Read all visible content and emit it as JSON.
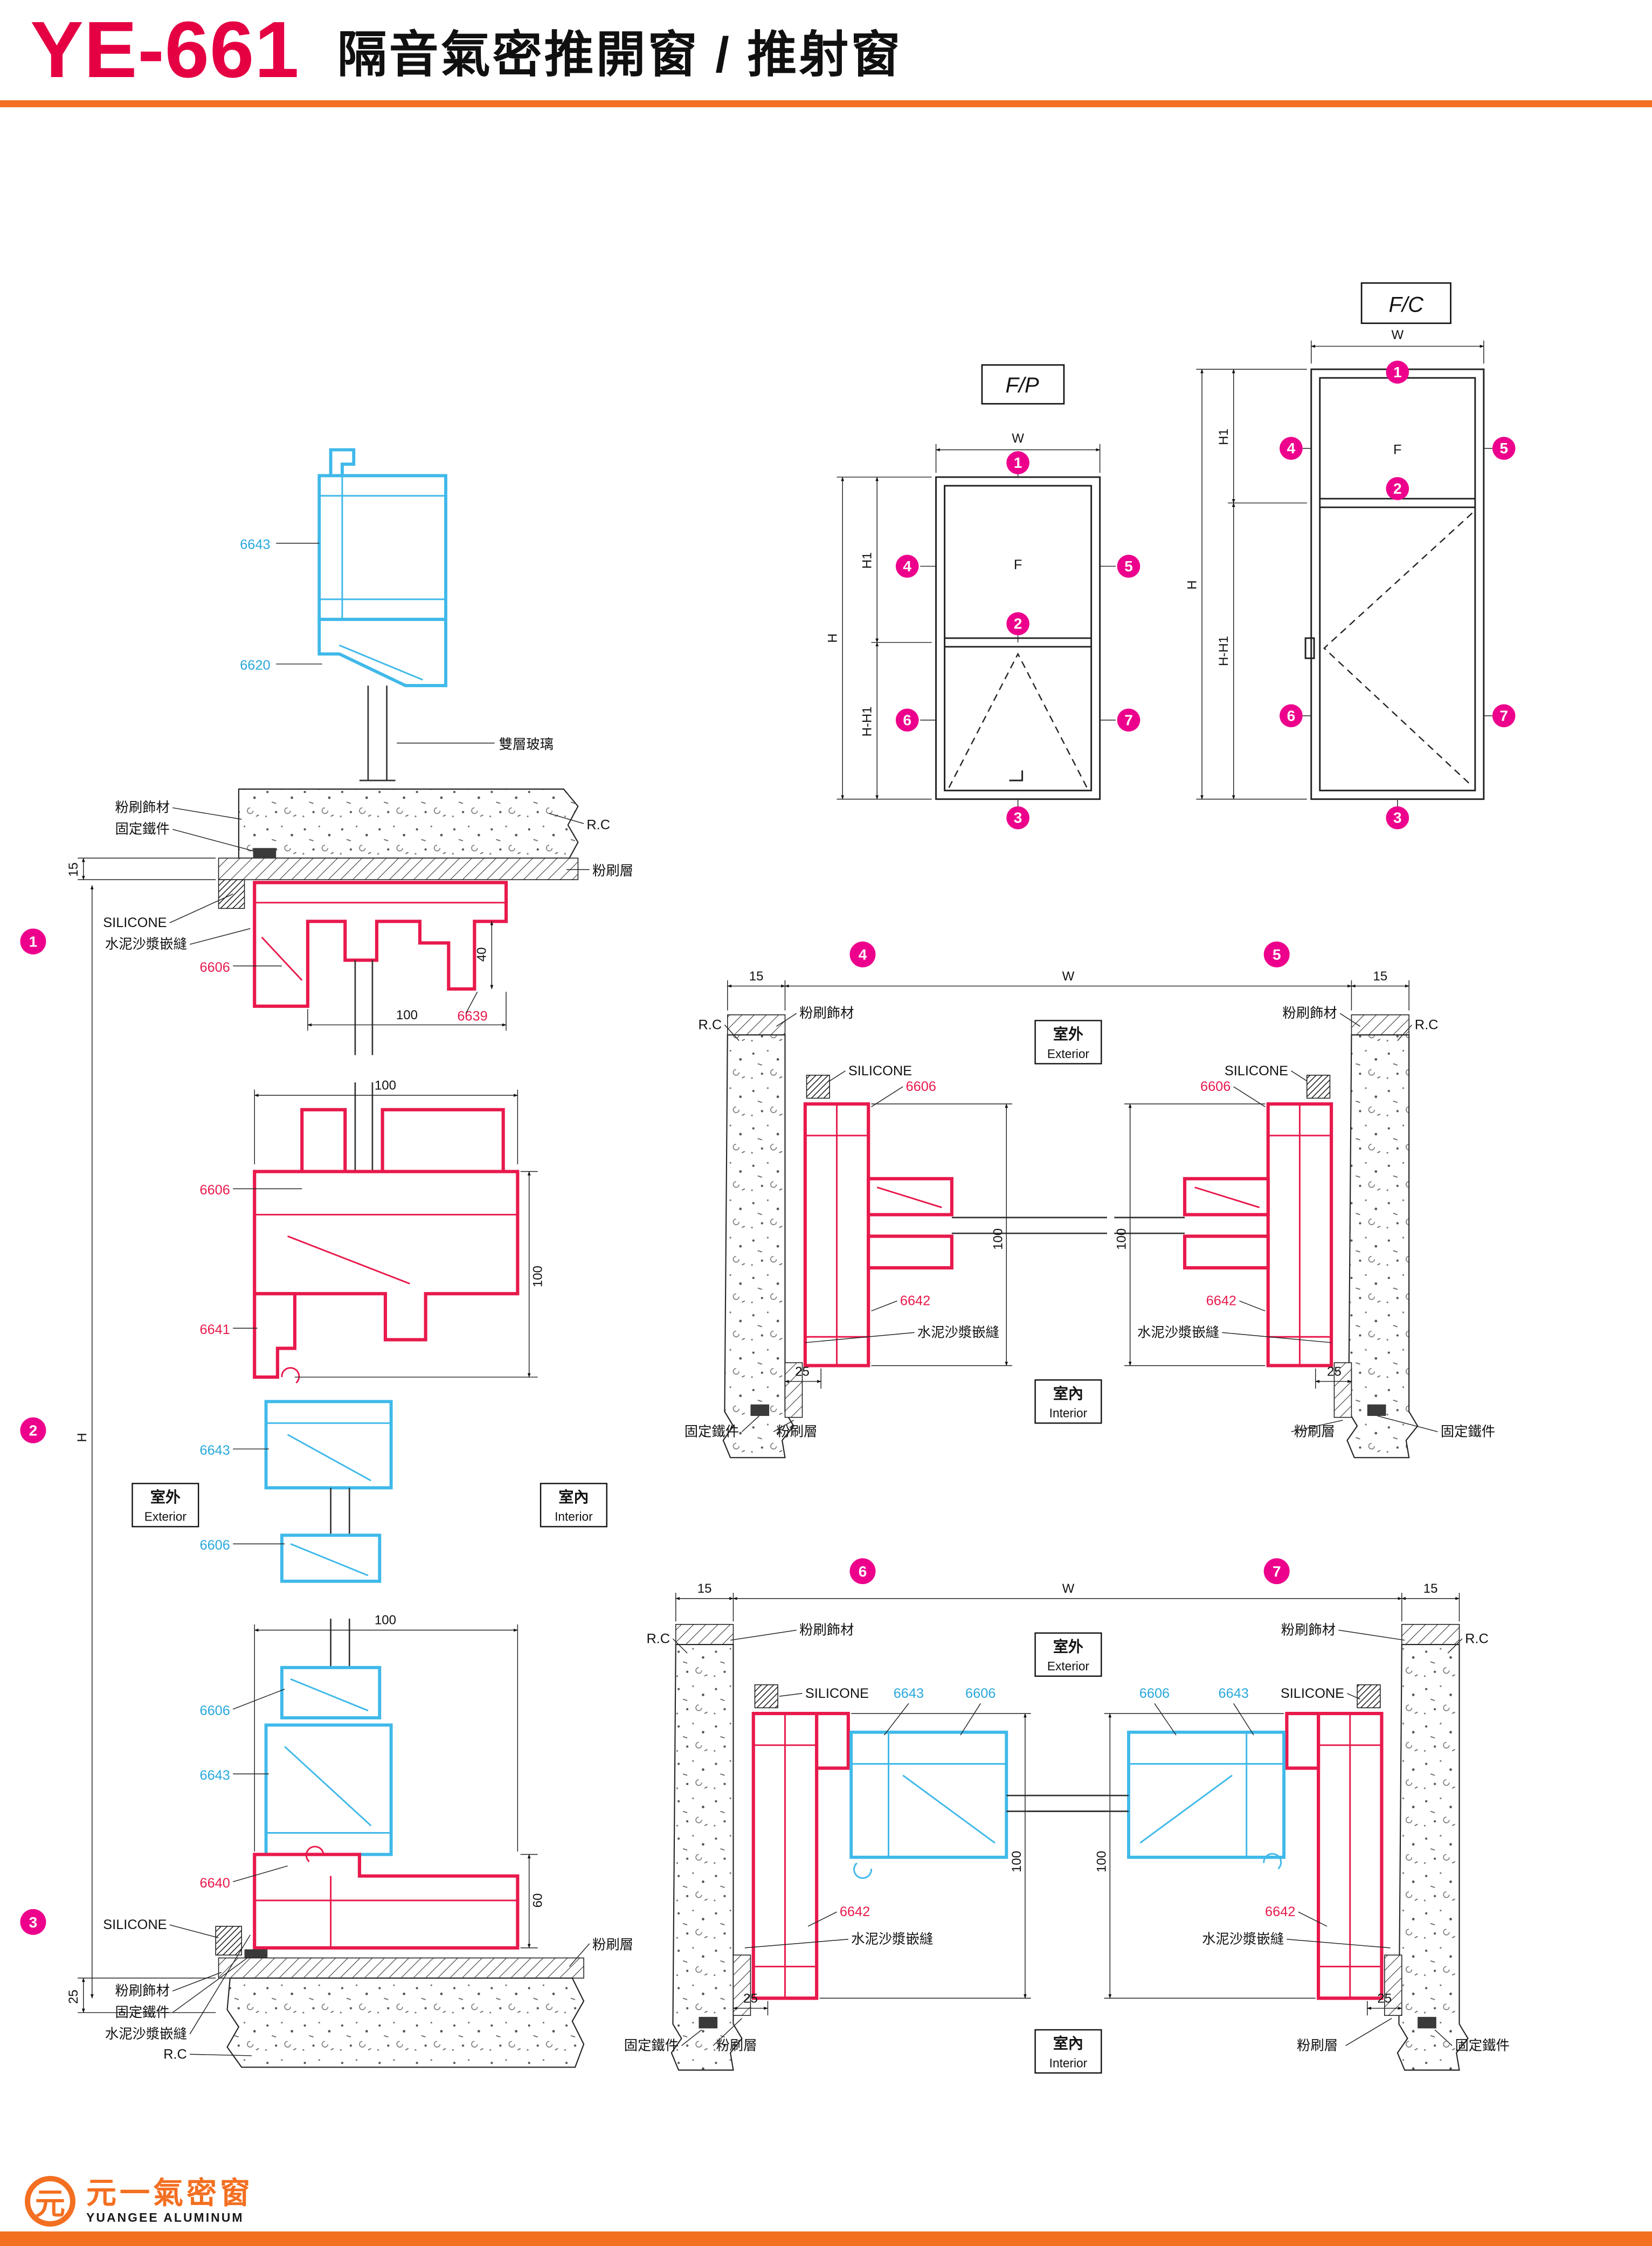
{
  "header": {
    "model": "YE-661",
    "title": "隔音氣密推開窗 / 推射窗"
  },
  "elevations": {
    "fp_title": "F/P",
    "fc_title": "F/C",
    "fixed_label": "F"
  },
  "balloons": {
    "b1": "1",
    "b2": "2",
    "b3": "3",
    "b4": "4",
    "b5": "5",
    "b6": "6",
    "b7": "7"
  },
  "dims": {
    "W": "W",
    "H": "H",
    "H1": "H1",
    "HH1": "H-H1",
    "d15": "15",
    "d25": "25",
    "d40": "40",
    "d60": "60",
    "d100": "100"
  },
  "parts": {
    "p6606": "6606",
    "p6620": "6620",
    "p6639": "6639",
    "p6640": "6640",
    "p6641": "6641",
    "p6642": "6642",
    "p6643": "6643"
  },
  "terms": {
    "plaster_finish": "粉刷飾材",
    "fixing_bracket": "固定鐵件",
    "rc": "R.C",
    "plaster_layer": "粉刷層",
    "silicone": "SILICONE",
    "mortar_joint": "水泥沙漿嵌縫",
    "double_glazing": "雙層玻璃",
    "exterior_zh": "室外",
    "exterior_en": "Exterior",
    "interior_zh": "室內",
    "interior_en": "Interior"
  },
  "footer": {
    "logo_glyph": "元",
    "brand_zh": "元一氣密窗",
    "brand_en": "YUANGEE ALUMINUM"
  },
  "colors": {
    "accent_orange": "#F36F21",
    "balloon_magenta": "#EC008C",
    "profile_red": "#E8194C",
    "profile_cyan": "#3FB9E9",
    "model_red": "#E50043"
  }
}
